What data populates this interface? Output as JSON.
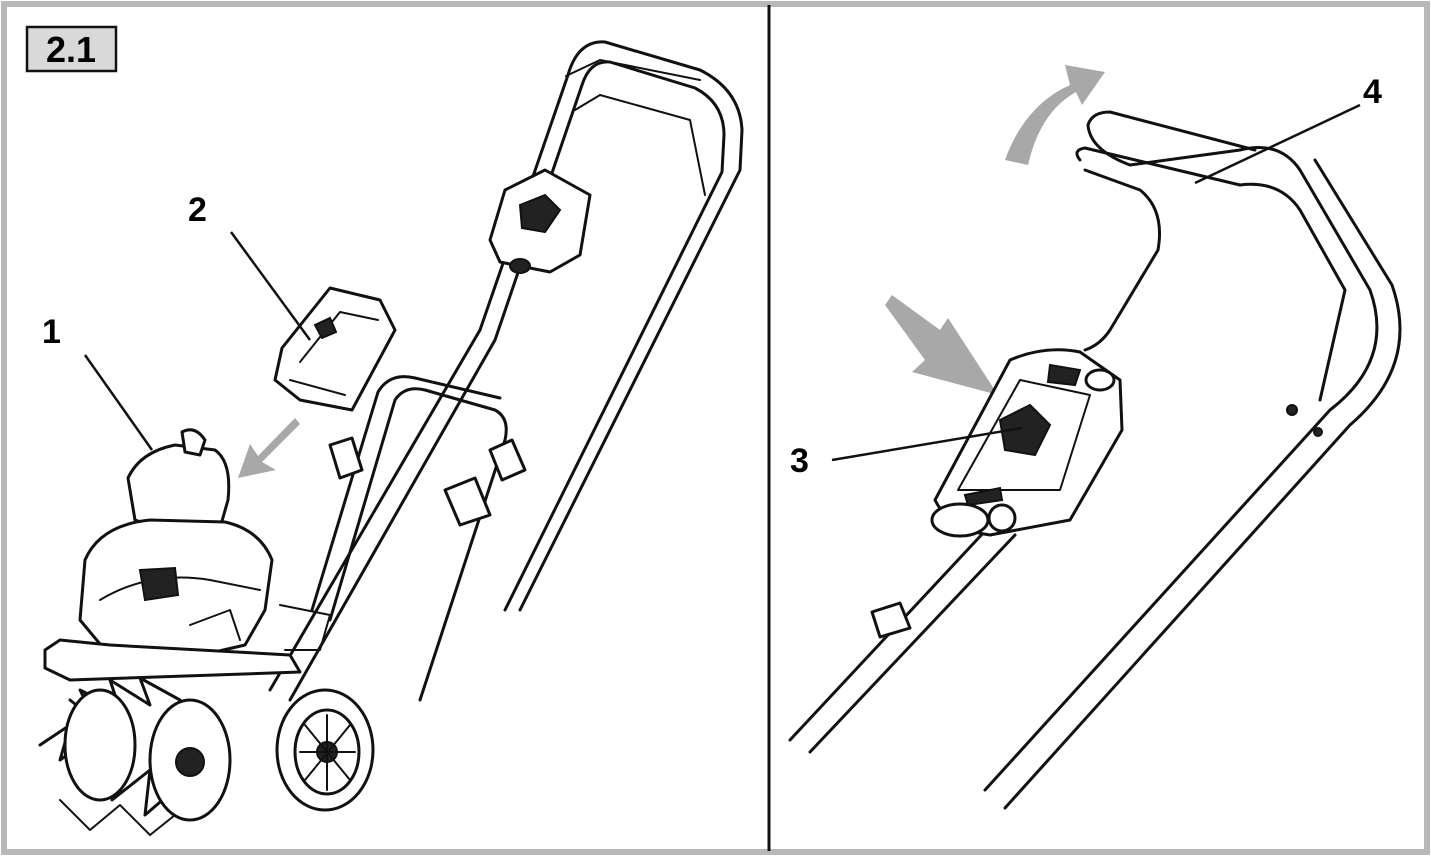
{
  "figure": {
    "badge": "2.1",
    "callouts": {
      "one": "1",
      "two": "2",
      "three": "3",
      "four": "4"
    },
    "colors": {
      "frame": "#b8b8b8",
      "ink": "#111111",
      "badge_fill": "#d9d9d9",
      "arrow": "#a8a8a8"
    }
  }
}
